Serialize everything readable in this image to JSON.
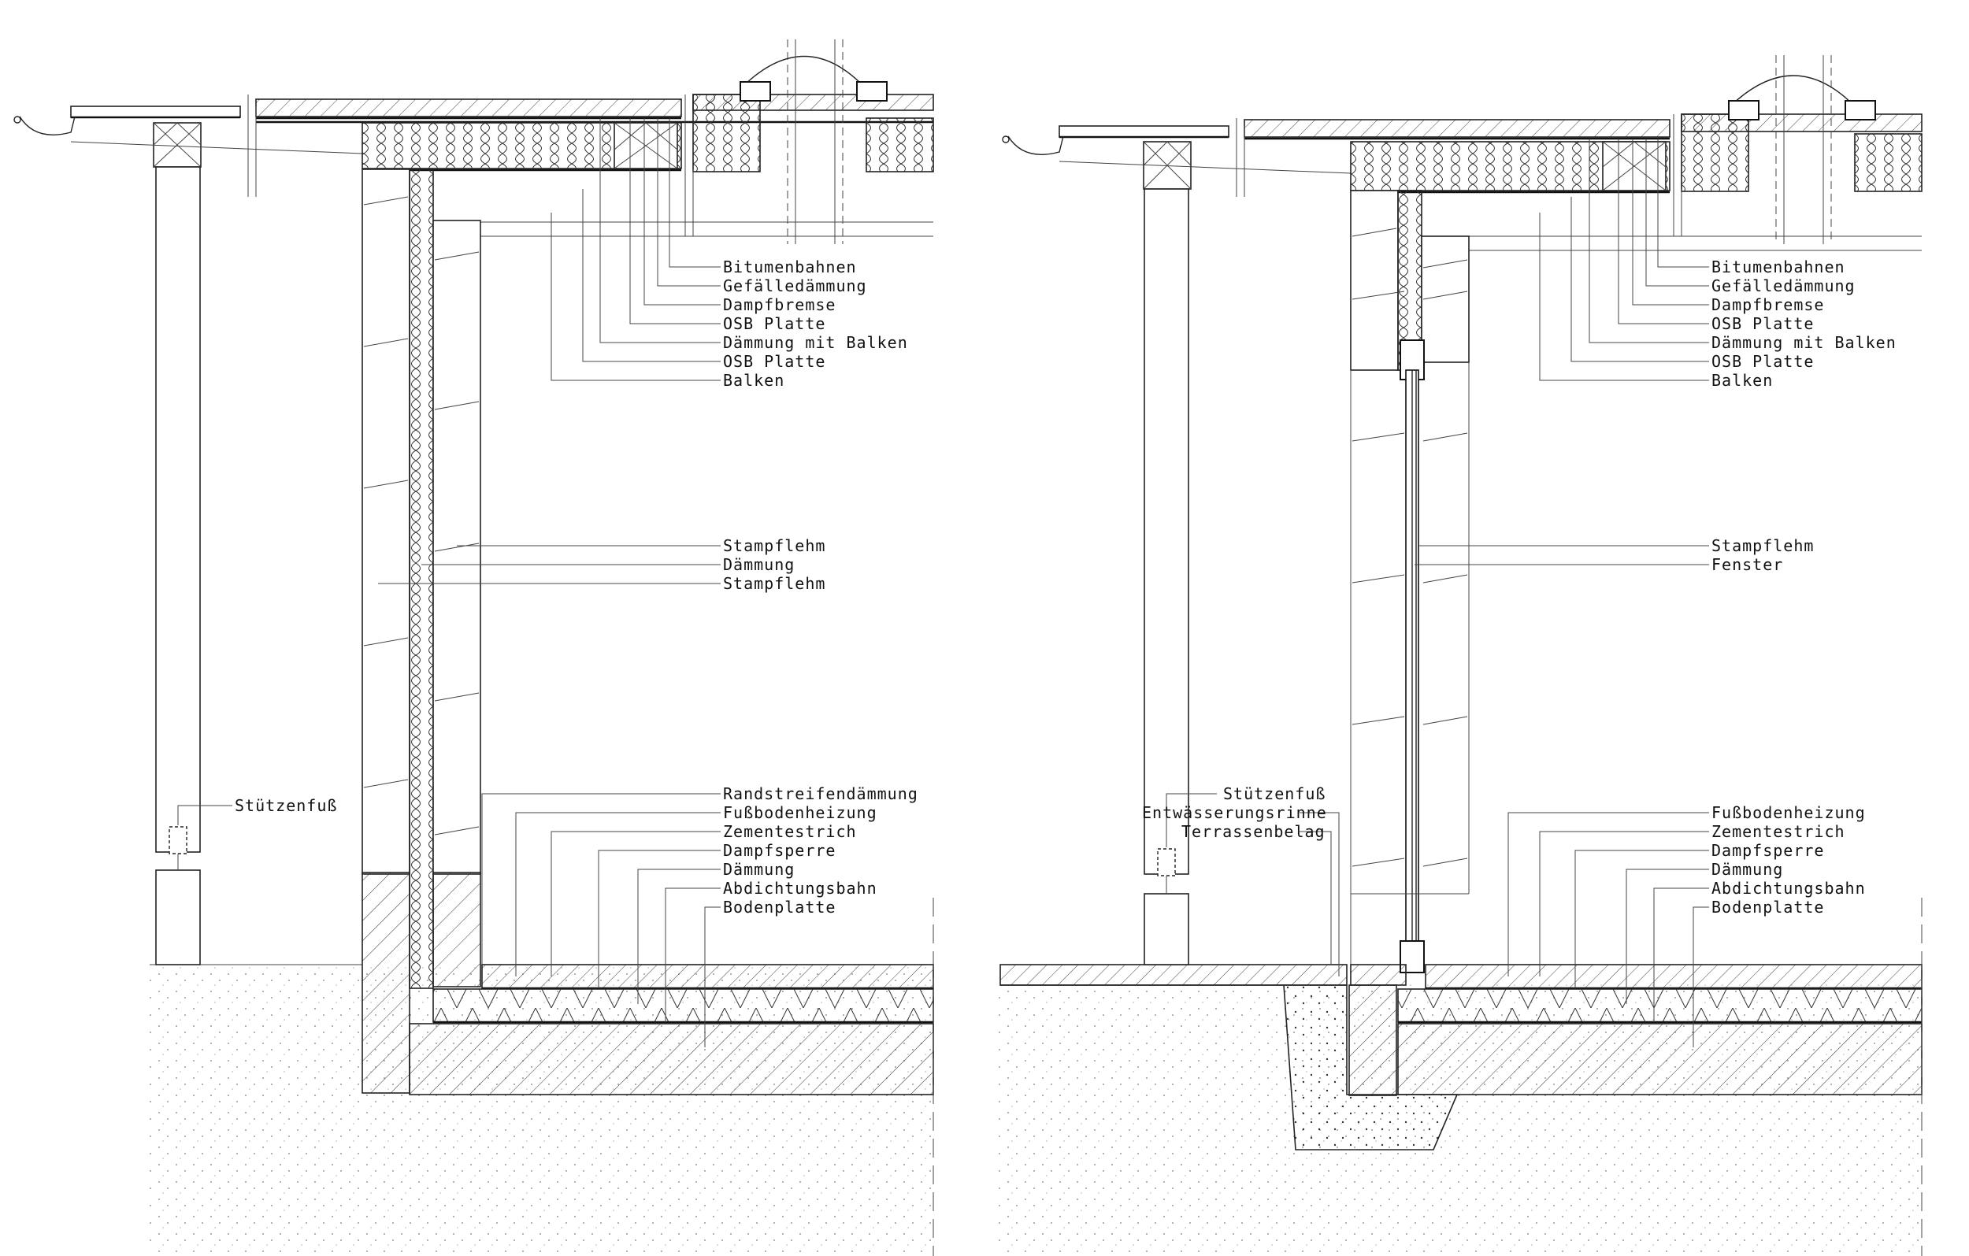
{
  "left_detail": {
    "roof_labels": [
      "Bitumenbahnen",
      "Gefälledämmung",
      "Dampfbremse",
      "OSB Platte",
      "Dämmung mit Balken",
      "OSB Platte",
      "Balken"
    ],
    "wall_labels": [
      "Stampflehm",
      "Dämmung",
      "Stampflehm"
    ],
    "column_label": "Stützenfuß",
    "floor_labels": [
      "Randstreifendämmung",
      "Fußbodenheizung",
      "Zementestrich",
      "Dampfsperre",
      "Dämmung",
      "Abdichtungsbahn",
      "Bodenplatte"
    ]
  },
  "right_detail": {
    "roof_labels": [
      "Bitumenbahnen",
      "Gefälledämmung",
      "Dampfbremse",
      "OSB Platte",
      "Dämmung mit Balken",
      "OSB Platte",
      "Balken"
    ],
    "wall_labels": [
      "Stampflehm",
      "Fenster"
    ],
    "terrace_labels": [
      "Stützenfuß",
      "Entwässerungsrinne",
      "Terrassenbelag"
    ],
    "floor_labels": [
      "Fußbodenheizung",
      "Zementestrich",
      "Dampfsperre",
      "Dämmung",
      "Abdichtungsbahn",
      "Bodenplatte"
    ]
  }
}
